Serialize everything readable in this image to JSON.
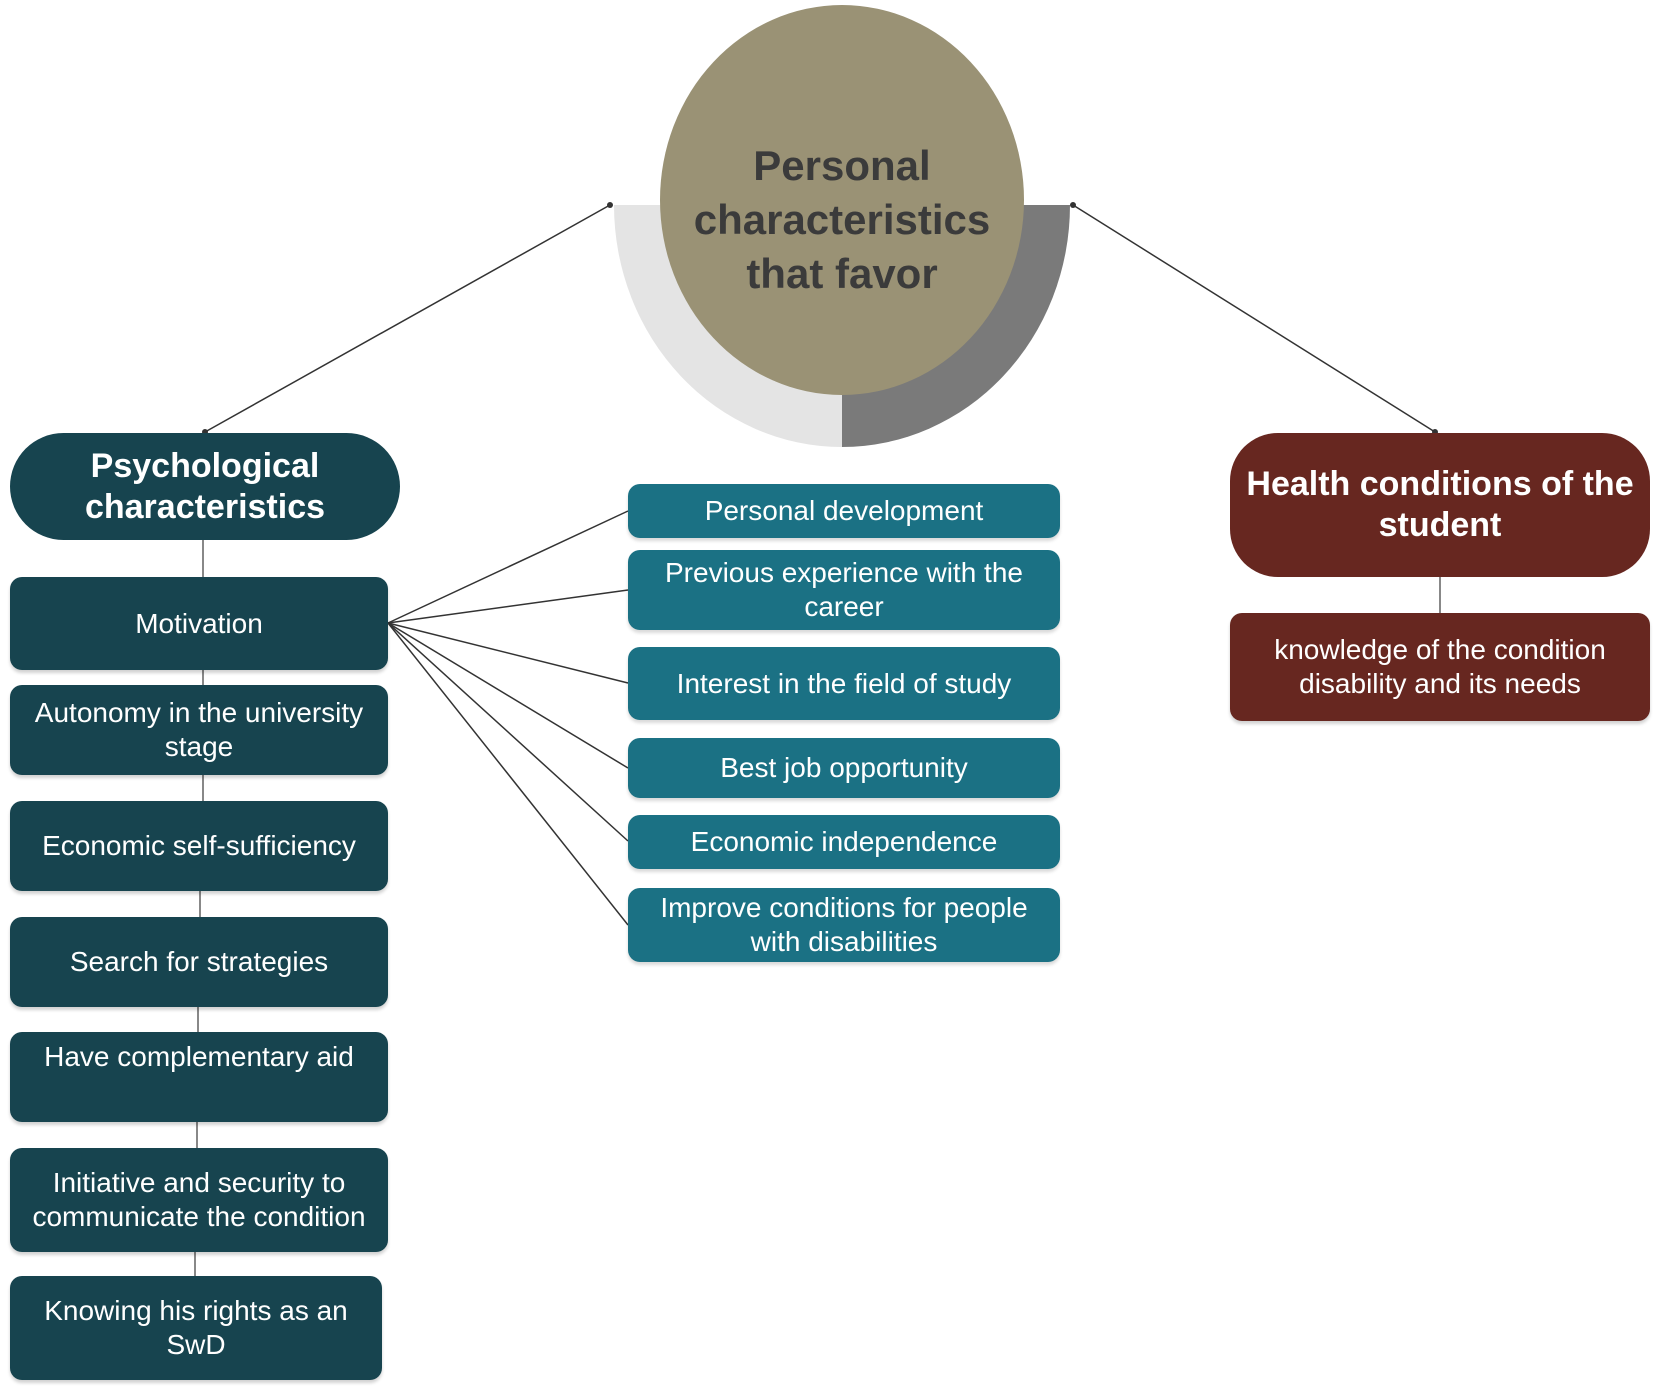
{
  "center": {
    "title": "Personal characteristics that favor",
    "circle_color": "#9a9275",
    "arc_left_color": "#e4e4e4",
    "arc_right_color": "#7a7a7a"
  },
  "psychological": {
    "title": "Psychological characteristics",
    "color": "#17444f",
    "items": [
      "Motivation",
      "Autonomy in the university stage",
      "Economic self-sufficiency",
      "Search for strategies",
      "Have complementary aid",
      "Initiative and security to communicate the condition",
      "Knowing his rights as an SwD"
    ]
  },
  "motivation_factors": {
    "color": "#1b7184",
    "items": [
      "Personal development",
      "Previous experience with the career",
      "Interest in the field of study",
      "Best job opportunity",
      "Economic independence",
      "Improve conditions for people with disabilities"
    ]
  },
  "health": {
    "title": "Health conditions of the student",
    "color": "#672720",
    "items": [
      "knowledge of the condition disability and its needs"
    ]
  }
}
